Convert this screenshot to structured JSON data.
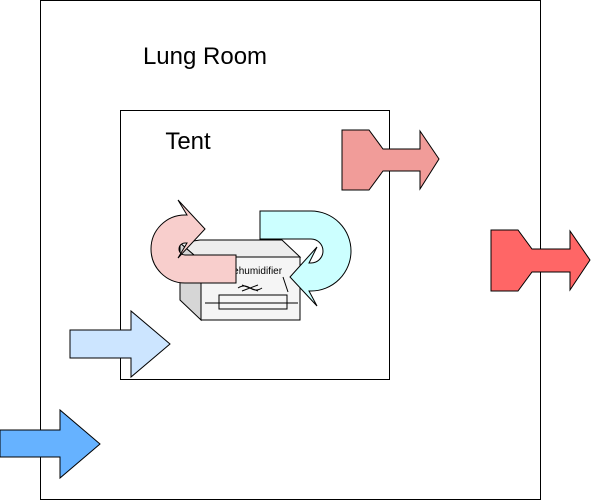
{
  "room": {
    "label": "Lung Room"
  },
  "tent": {
    "label": "Tent"
  },
  "dehumidifier": {
    "label": "Dehumidifier",
    "icon": "fan-icon"
  },
  "colors": {
    "stroke": "#000000",
    "background": "#ffffff",
    "inlet_room": "#66b2ff",
    "inlet_tent": "#cce5ff",
    "outlet_tent": "#f19c99",
    "outlet_room": "#ff6666",
    "loop_warm": "#f8cecc",
    "loop_cool": "#ccffff",
    "device_face": "#f5f5f5",
    "device_top": "#ededed",
    "device_side": "#d6d6d6"
  }
}
